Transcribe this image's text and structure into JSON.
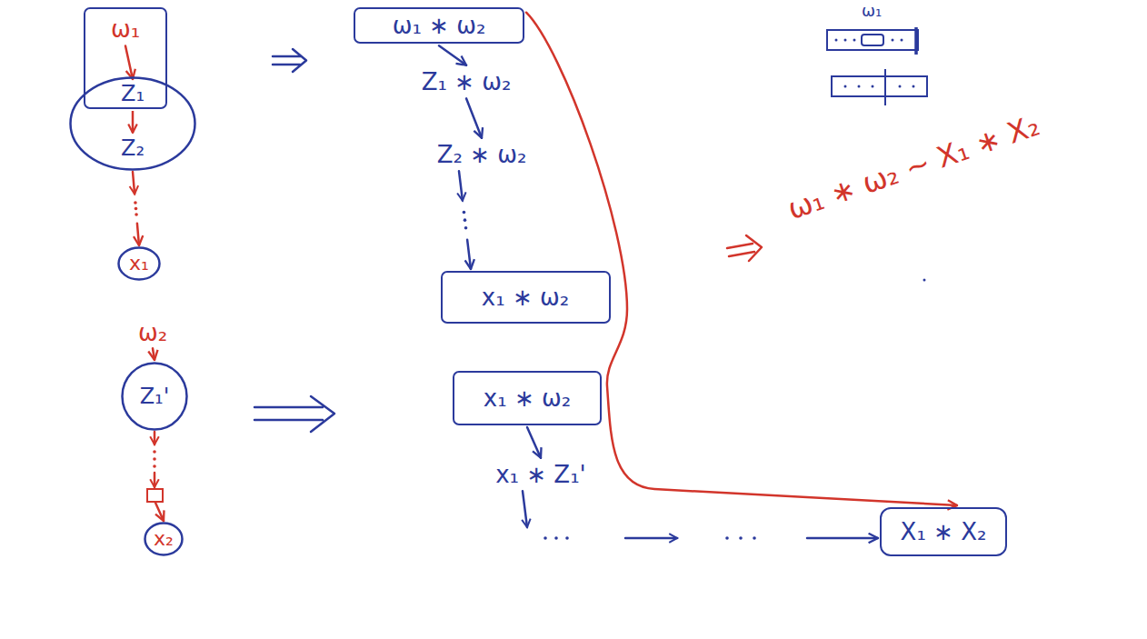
{
  "diagram": {
    "nodes": [
      {
        "text": [
          "ω₁"
        ]
      },
      {
        "text": [
          "Z₁",
          "Z₂"
        ]
      },
      {
        "text": [
          "x₁"
        ]
      },
      {
        "text": [
          "ω₂"
        ]
      },
      {
        "text": [
          "Z₁'"
        ]
      },
      {
        "text": [
          "x₂"
        ]
      },
      {
        "text": [
          "ω₁ ∗ ω₂"
        ]
      },
      {
        "text": [
          "Z₁ ∗ ω₂"
        ]
      },
      {
        "text": [
          "Z₂ ∗ ω₂"
        ]
      },
      {
        "text": [
          "x₁ ∗ ω₂"
        ]
      },
      {
        "text": [
          "x₁ ∗ ω₂"
        ]
      },
      {
        "text": [
          "x₁ ∗ Z₁'"
        ]
      },
      {
        "text": [
          "X₁ ∗ X₂"
        ]
      }
    ],
    "edges": [
      {
        "from": 0,
        "to": 1,
        "arrow": "to"
      },
      {
        "from": 1,
        "to": 2,
        "arrow": "to"
      },
      {
        "from": 3,
        "to": 4,
        "arrow": "to"
      },
      {
        "from": 4,
        "to": 5,
        "arrow": "to"
      },
      {
        "from": 6,
        "to": 7,
        "arrow": "to"
      },
      {
        "from": 7,
        "to": 8,
        "arrow": "to"
      },
      {
        "from": 8,
        "to": 9,
        "arrow": "to"
      },
      {
        "from": 10,
        "to": 11,
        "arrow": "to"
      },
      {
        "from": 11,
        "to": 12,
        "arrow": "to"
      },
      {
        "from": 6,
        "to": 12,
        "arrow": "to"
      }
    ],
    "labels": [
      "ω₁",
      "ω₁ ∗ ω₂ ∼ X₁ ∗ X₂"
    ]
  }
}
